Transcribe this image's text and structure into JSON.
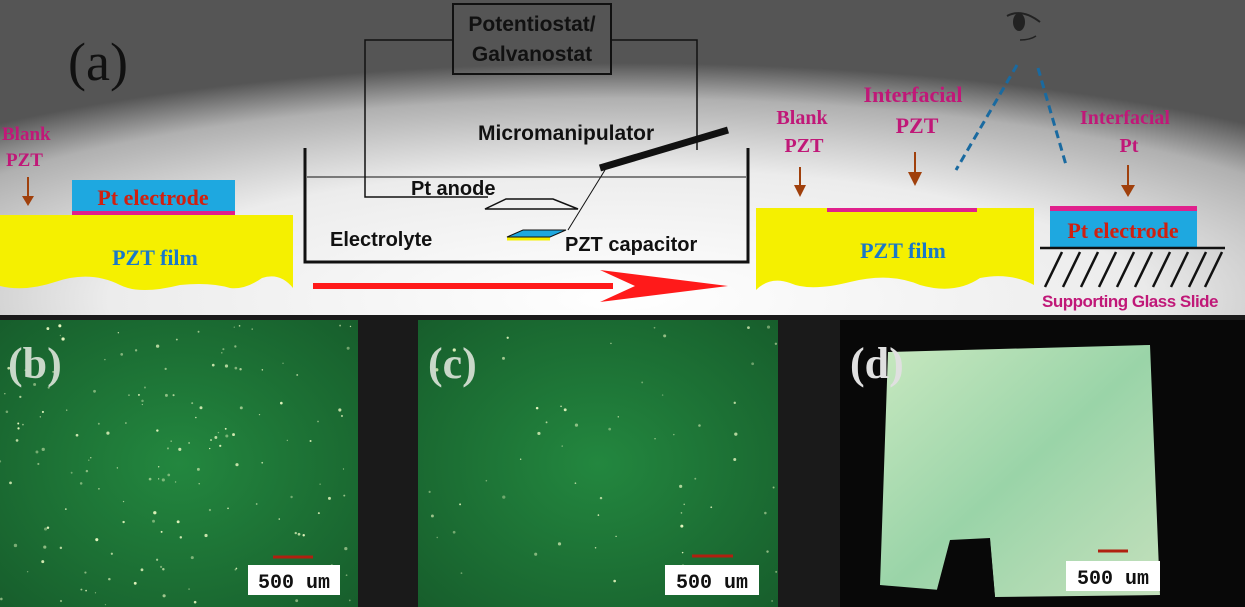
{
  "colors": {
    "pzt": "#f5f000",
    "pt": "#1ea8e0",
    "interface": "#e0208c",
    "label_magenta": "#c01878",
    "arrow": "#a0400c",
    "red_arrow": "#ff1a1a",
    "film_text": "#1a78c8",
    "pt_text": "#d02010",
    "micro_green": "#1f7a3a"
  },
  "panel_a": {
    "label": "(a)",
    "left": {
      "blank_line1": "Blank",
      "blank_line2": "PZT",
      "pt_electrode": "Pt electrode",
      "pzt_film": "PZT film"
    },
    "setup": {
      "instrument_line1": "Potentiostat/",
      "instrument_line2": "Galvanostat",
      "micromanipulator": "Micromanipulator",
      "pt_anode": "Pt anode",
      "electrolyte": "Electrolyte",
      "pzt_capacitor": "PZT capacitor"
    },
    "right": {
      "blank_line1": "Blank",
      "blank_line2": "PZT",
      "ipzt_line1": "Interfacial",
      "ipzt_line2": "PZT",
      "pzt_film": "PZT film",
      "ipt_line1": "Interfacial",
      "ipt_line2": "Pt",
      "pt_electrode": "Pt electrode",
      "glass_slide": "Supporting Glass Slide"
    },
    "icons": [
      "eye-icon",
      "arrow-down-icon",
      "red-arrow-right-icon"
    ]
  },
  "panel_b": {
    "label": "(b)",
    "scale": "500 um"
  },
  "panel_c": {
    "label": "(c)",
    "scale": "500 um"
  },
  "panel_d": {
    "label": "(d)",
    "scale": "500 um"
  }
}
